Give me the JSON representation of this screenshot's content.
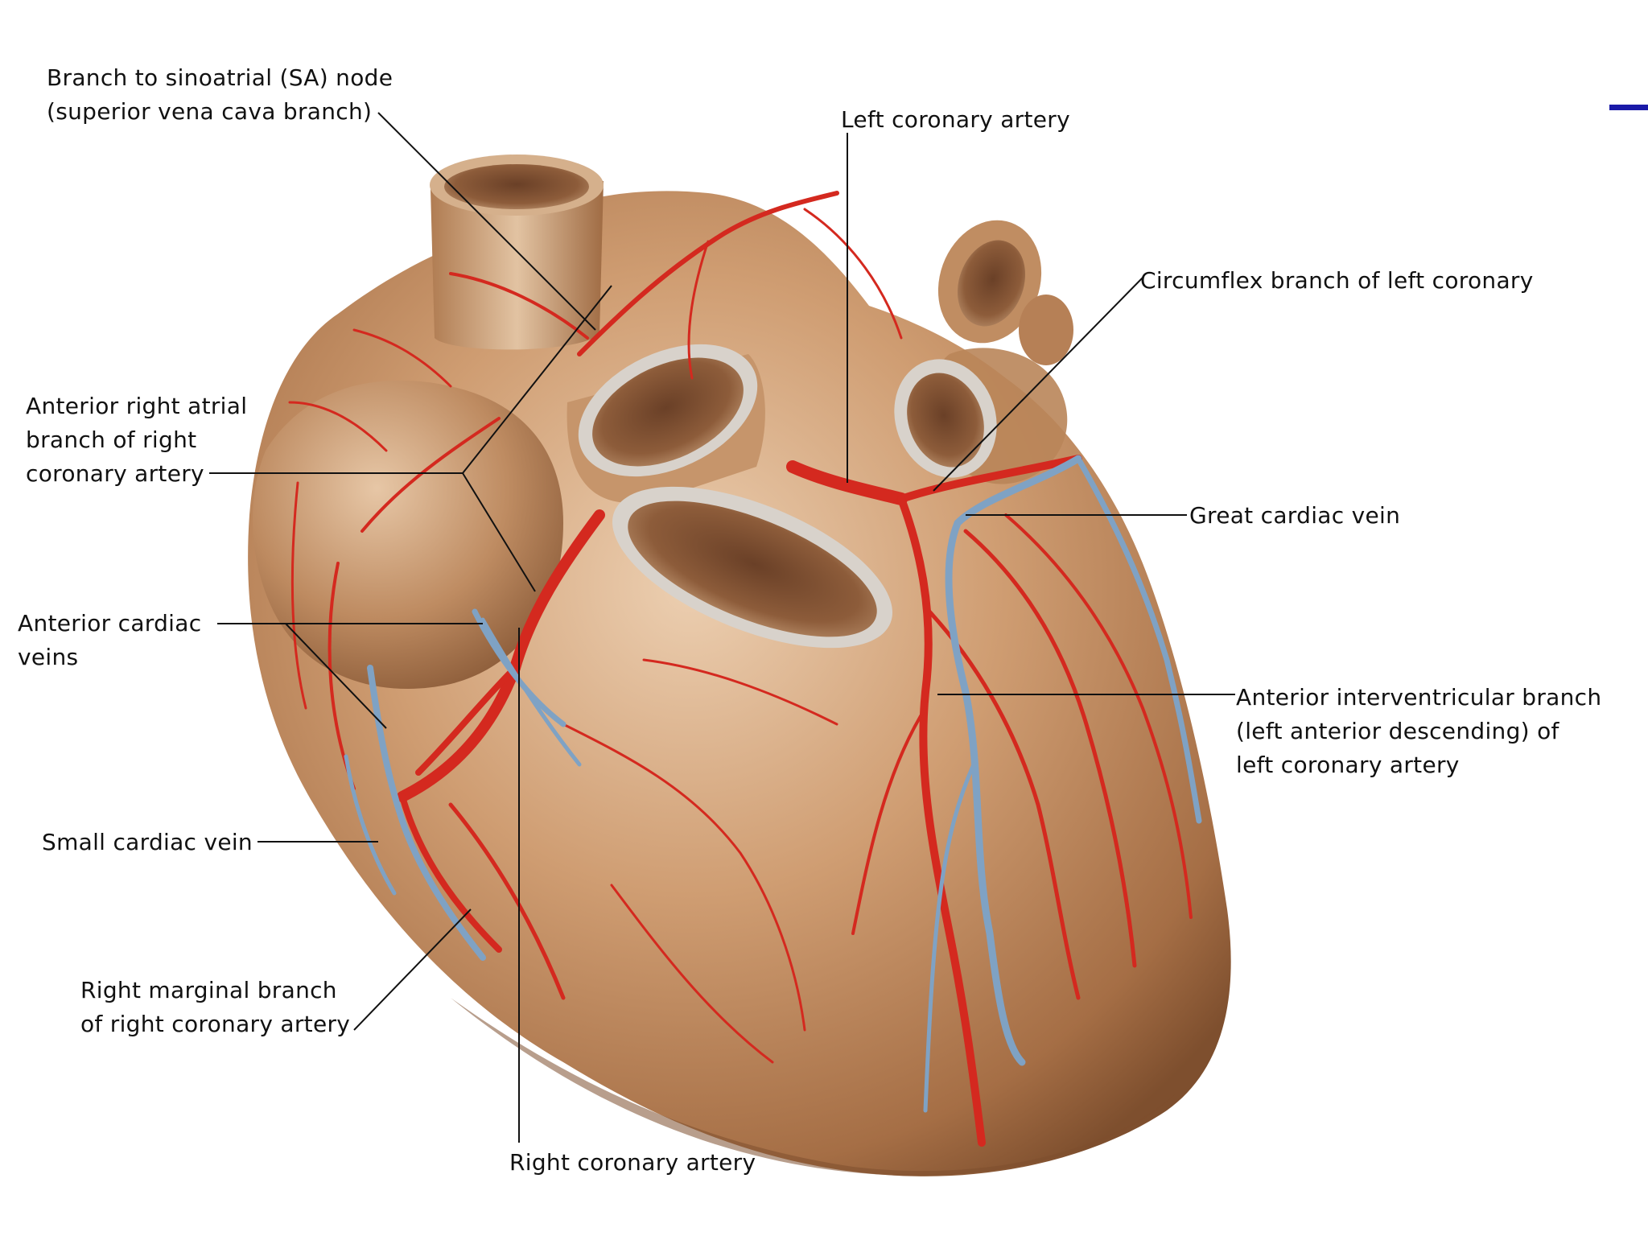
{
  "colors": {
    "background": "#ffffff",
    "heart_tissue": "#c79469",
    "heart_shadow": "#8a5a37",
    "heart_highlight": "#ecd0b4",
    "artery": "#d4291f",
    "vein": "#7fa2c4",
    "vessel_rim": "#d8d2cb",
    "leader_line": "#111111",
    "accent": "#1a1aa8"
  },
  "icons": {
    "heart": "anatomical-heart-illustration"
  },
  "labels": {
    "sa_node": {
      "line1": "Branch to sinoatrial (SA) node",
      "line2": "(superior vena cava branch)"
    },
    "left_coronary": {
      "line1": "Left coronary artery"
    },
    "circumflex": {
      "line1": "Circumflex branch of left coronary"
    },
    "anterior_right_atrial": {
      "line1": "Anterior right atrial",
      "line2": "branch of right",
      "line3": "coronary artery"
    },
    "great_cardiac_vein": {
      "line1": "Great cardiac vein"
    },
    "anterior_cardiac_veins": {
      "line1": "Anterior cardiac",
      "line2": "veins"
    },
    "anterior_interventricular": {
      "line1": "Anterior interventricular branch",
      "line2": "(left anterior descending) of",
      "line3": "left coronary artery"
    },
    "small_cardiac_vein": {
      "line1": "Small cardiac vein"
    },
    "right_marginal": {
      "line1": "Right marginal branch",
      "line2": "of right coronary artery"
    },
    "right_coronary": {
      "line1": "Right coronary artery"
    }
  }
}
